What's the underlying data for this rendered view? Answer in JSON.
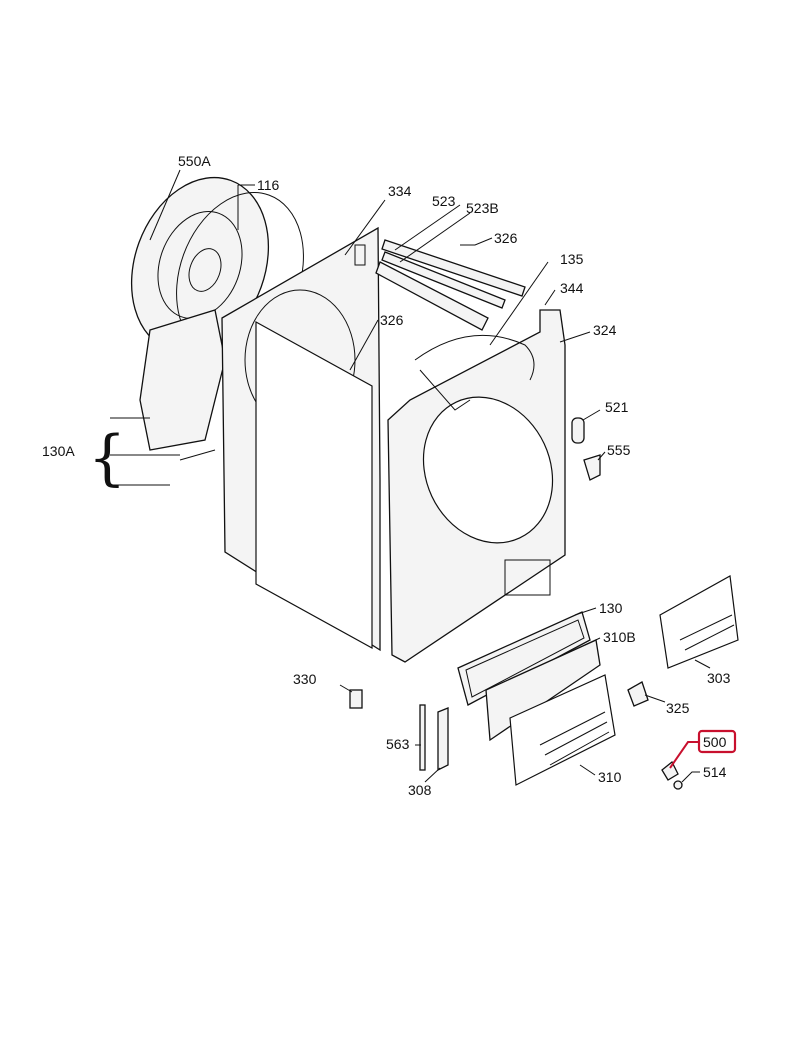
{
  "diagram": {
    "labels": {
      "p550A": "550A",
      "p116": "116",
      "p334": "334",
      "p523": "523",
      "p523B": "523B",
      "p326a": "326",
      "p135": "135",
      "p344": "344",
      "p324": "324",
      "p326b": "326",
      "p130A": "130A",
      "p521": "521",
      "p555": "555",
      "p130": "130",
      "p310B": "310B",
      "p303": "303",
      "p330": "330",
      "p325": "325",
      "p563": "563",
      "p308": "308",
      "p310": "310",
      "p500": "500",
      "p514": "514"
    },
    "highlight_color": "#c8102e",
    "highlighted_part": "500"
  }
}
